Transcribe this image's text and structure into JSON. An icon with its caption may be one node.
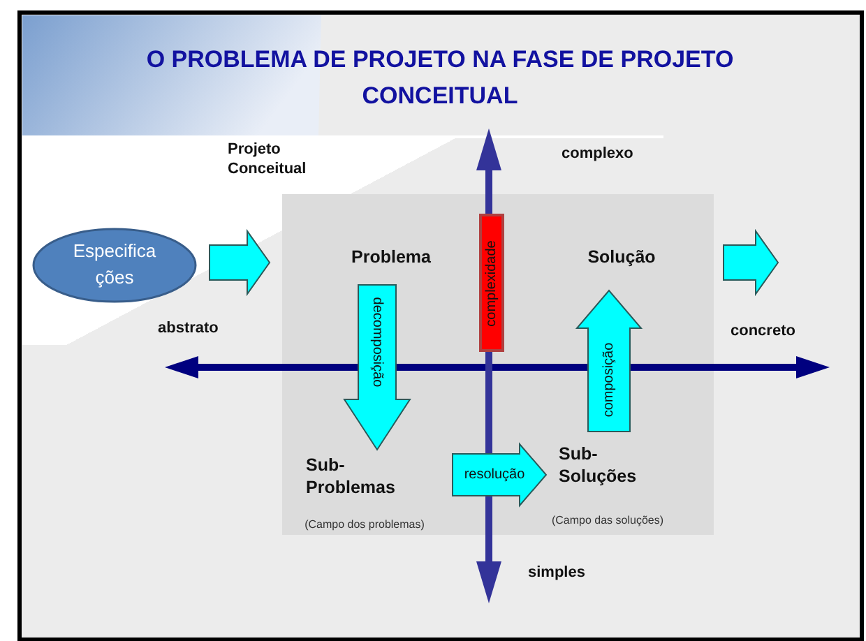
{
  "diagram": {
    "title": "O PROBLEMA DE PROJETO NA FASE DE PROJETO CONCEITUAL",
    "nodes": [
      {
        "text": [],
        "shape": "box"
      },
      {
        "text": [
          "Especifica ções"
        ]
      },
      {
        "text": [
          "Problema"
        ],
        "in": 0
      },
      {
        "text": [
          "Solução"
        ],
        "in": 0
      },
      {
        "text": [
          "complexidade"
        ],
        "in": 0
      },
      {
        "text": [
          "Sub- Problemas"
        ],
        "in": 0,
        "beside": [
          "(Campo dos problemas)"
        ]
      },
      {
        "text": [
          "Sub- Soluções"
        ],
        "in": 0,
        "beside": [
          "(Campo das soluções)"
        ]
      }
    ],
    "edges": [
      {
        "from": 1,
        "to": 0,
        "arrow": "to"
      },
      {
        "from": 0,
        "to": null,
        "arrow": "to"
      },
      {
        "from": 2,
        "to": 5,
        "arrow": "to",
        "label": "decomposição"
      },
      {
        "from": 5,
        "to": 6,
        "arrow": "to",
        "label": "resolução"
      },
      {
        "from": 6,
        "to": 3,
        "arrow": "to",
        "label": "composição"
      }
    ],
    "labels": [
      "Projeto Conceitual",
      "complexo",
      "abstrato",
      "concreto",
      "simples"
    ]
  }
}
